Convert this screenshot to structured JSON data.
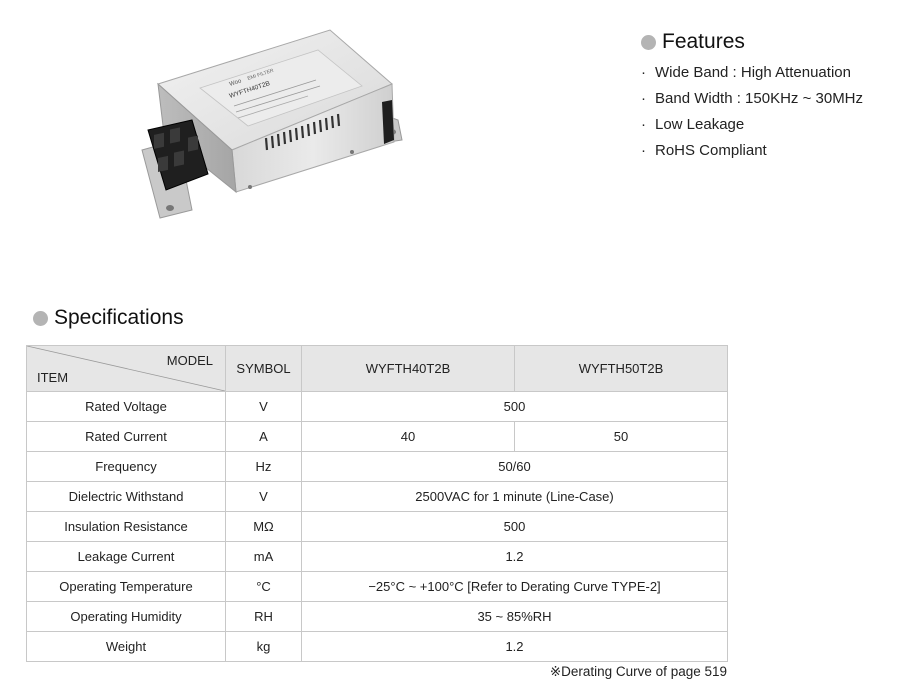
{
  "product": {
    "label_brand": "Woo",
    "label_line1": "EMI FILTER",
    "label_model": "WYFTH40T2B"
  },
  "features": {
    "title": "Features",
    "items": [
      "Wide Band : High Attenuation",
      "Band Width : 150KHz ~ 30MHz",
      "Low Leakage",
      "RoHS Compliant"
    ]
  },
  "specifications": {
    "title": "Specifications",
    "header": {
      "model": "MODEL",
      "item": "ITEM",
      "symbol": "SYMBOL",
      "models": [
        "WYFTH40T2B",
        "WYFTH50T2B"
      ]
    },
    "rows": [
      {
        "item": "Rated Voltage",
        "symbol": "V",
        "value": "500"
      },
      {
        "item": "Rated Current",
        "symbol": "A",
        "values": [
          "40",
          "50"
        ]
      },
      {
        "item": "Frequency",
        "symbol": "Hz",
        "value": "50/60"
      },
      {
        "item": "Dielectric Withstand",
        "symbol": "V",
        "value": "2500VAC for 1 minute (Line-Case)"
      },
      {
        "item": "Insulation Resistance",
        "symbol": "MΩ",
        "value": "500"
      },
      {
        "item": "Leakage Current",
        "symbol": "mA",
        "value": "1.2"
      },
      {
        "item": "Operating Temperature",
        "symbol": "°C",
        "value": "−25°C ~ +100°C [Refer to Derating Curve TYPE-2]"
      },
      {
        "item": "Operating Humidity",
        "symbol": "RH",
        "value": "35 ~ 85%RH"
      },
      {
        "item": "Weight",
        "symbol": "kg",
        "value": "1.2"
      }
    ],
    "footnote": "※Derating Curve of page 519"
  },
  "colors": {
    "header_bg": "#e6e6e6",
    "border": "#c8c8c8",
    "bullet": "#b4b4b4"
  }
}
